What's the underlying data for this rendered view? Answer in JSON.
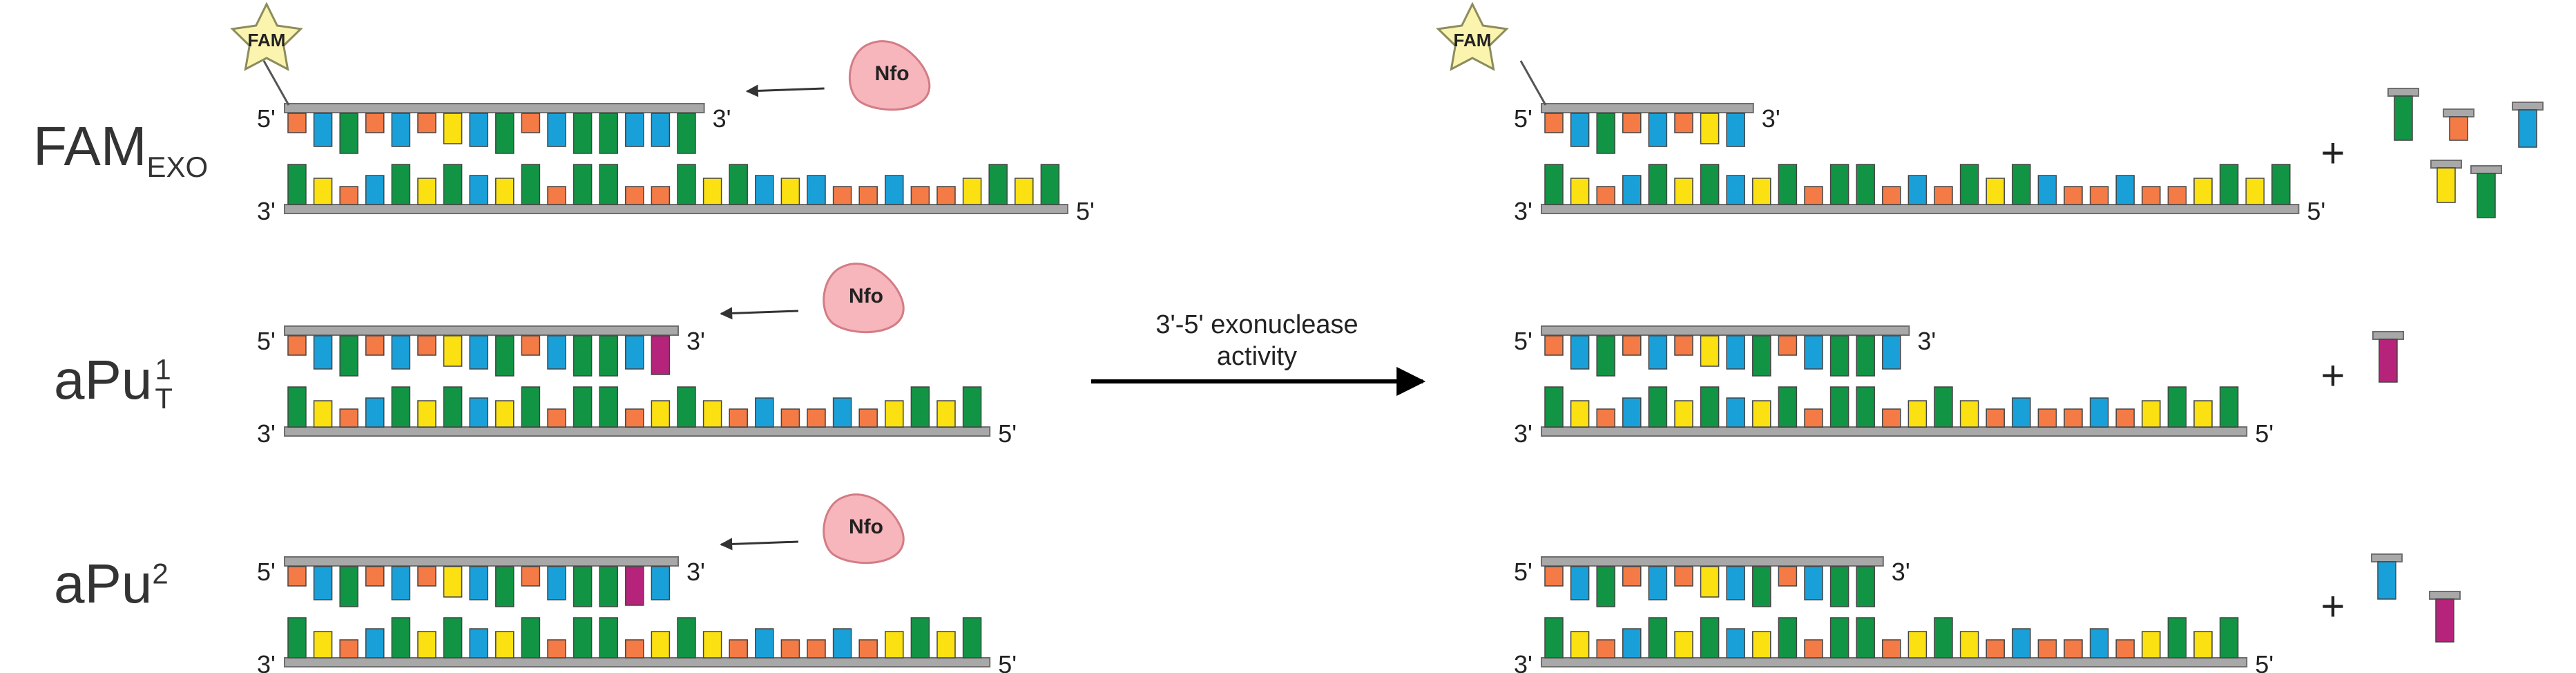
{
  "colors": {
    "A": "#f47b45",
    "C": "#1aa0d9",
    "G": "#129445",
    "T": "#fbe112",
    "X": "#b5247a",
    "backbone": "#a8a8a8",
    "backbone_stroke": "#6e6e6e",
    "nfo_fill": "#f7b5bc",
    "nfo_stroke": "#d37c86",
    "star_fill": "#fbf4ae",
    "star_stroke": "#8c8c5c"
  },
  "labels": {
    "five_prime": "5'",
    "three_prime": "3'",
    "enzyme": "Nfo",
    "fluor": "FAM",
    "plus": "+",
    "arrow_line1": "3'-5' exonuclease",
    "arrow_line2": "activity"
  },
  "rows": [
    {
      "name_main": "FAM",
      "name_sub": "EXO",
      "name_sup": "",
      "top_bases": [
        "A",
        "C",
        "G",
        "A",
        "C",
        "A",
        "T",
        "C",
        "G",
        "A",
        "C",
        "G",
        "G",
        "C",
        "C",
        "G"
      ],
      "bottom_before": [
        "G",
        "T",
        "A",
        "C",
        "G",
        "T",
        "G",
        "C",
        "T",
        "G",
        "A",
        "G",
        "G",
        "A",
        "A",
        "G",
        "T",
        "G",
        "C",
        "T",
        "C",
        "A",
        "A",
        "C",
        "A",
        "A",
        "T",
        "G",
        "T",
        "G"
      ],
      "bottom_after": [
        "G",
        "T",
        "A",
        "C",
        "G",
        "T",
        "G",
        "C",
        "T",
        "G",
        "A",
        "G",
        "G",
        "A",
        "C",
        "A",
        "G",
        "T",
        "G",
        "C",
        "A",
        "A",
        "C",
        "A",
        "A",
        "T",
        "G",
        "T",
        "G"
      ],
      "cut": 8,
      "released": [
        "G",
        "A",
        "C",
        "T",
        "G"
      ]
    },
    {
      "name_main": "aPu",
      "name_sub": "T",
      "name_sup": "1",
      "top_bases": [
        "A",
        "C",
        "G",
        "A",
        "C",
        "A",
        "T",
        "C",
        "G",
        "A",
        "C",
        "G",
        "G",
        "C",
        "X"
      ],
      "bottom_before": [
        "G",
        "T",
        "A",
        "C",
        "G",
        "T",
        "G",
        "C",
        "T",
        "G",
        "A",
        "G",
        "G",
        "A",
        "T",
        "G",
        "T",
        "A",
        "C",
        "A",
        "A",
        "C",
        "A",
        "T",
        "G",
        "T",
        "G"
      ],
      "bottom_after": [
        "G",
        "T",
        "A",
        "C",
        "G",
        "T",
        "G",
        "C",
        "T",
        "G",
        "A",
        "G",
        "G",
        "A",
        "T",
        "G",
        "T",
        "A",
        "C",
        "A",
        "A",
        "C",
        "A",
        "T",
        "G",
        "T",
        "G"
      ],
      "cut": 14,
      "released": [
        "X"
      ]
    },
    {
      "name_main": "aPu",
      "name_sub": "",
      "name_sup": "2",
      "top_bases": [
        "A",
        "C",
        "G",
        "A",
        "C",
        "A",
        "T",
        "C",
        "G",
        "A",
        "C",
        "G",
        "G",
        "X",
        "C"
      ],
      "bottom_before": [
        "G",
        "T",
        "A",
        "C",
        "G",
        "T",
        "G",
        "C",
        "T",
        "G",
        "A",
        "G",
        "G",
        "A",
        "T",
        "G",
        "T",
        "A",
        "C",
        "A",
        "A",
        "C",
        "A",
        "T",
        "G",
        "T",
        "G"
      ],
      "bottom_after": [
        "G",
        "T",
        "A",
        "C",
        "G",
        "T",
        "G",
        "C",
        "T",
        "G",
        "A",
        "G",
        "G",
        "A",
        "T",
        "G",
        "T",
        "A",
        "C",
        "A",
        "A",
        "C",
        "A",
        "T",
        "G",
        "T",
        "G"
      ],
      "cut": 13,
      "released": [
        "C",
        "X"
      ]
    }
  ]
}
